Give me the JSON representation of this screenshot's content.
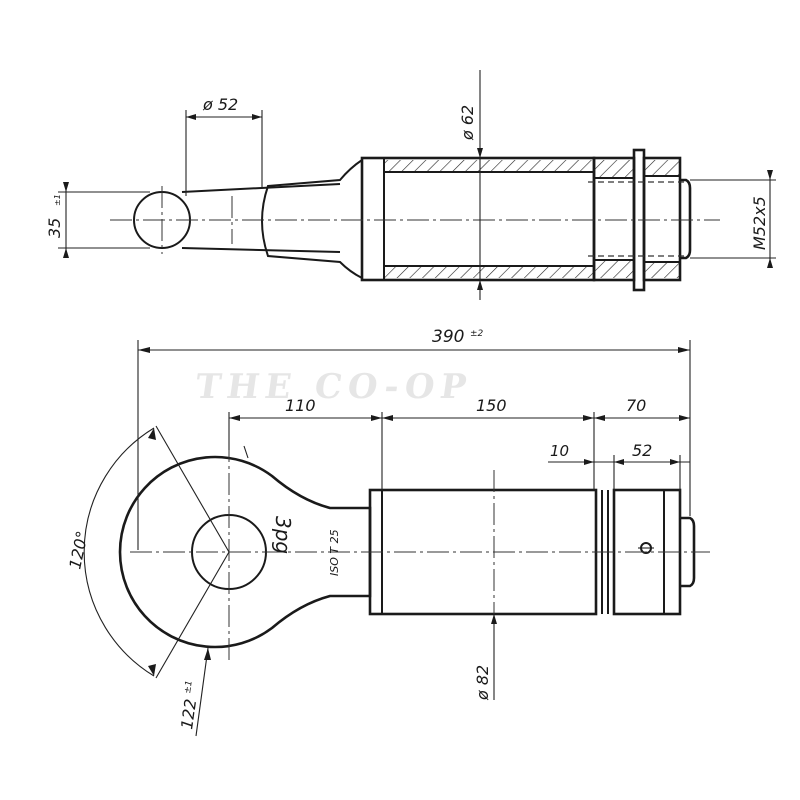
{
  "watermark": "THE CO-OP",
  "top_view": {
    "dim_hole_diameter": "ø 52",
    "dim_tube_diameter": "ø 62",
    "dim_thread": "M52x5",
    "dim_eye_thickness": "35",
    "dim_eye_thickness_tol": "±1"
  },
  "front_view": {
    "dim_overall_length": "390",
    "dim_overall_length_tol": "±2",
    "dim_eye_section": "110",
    "dim_body_section": "150",
    "dim_end_section": "70",
    "dim_groove": "10",
    "dim_thread_length": "52",
    "dim_angle": "120°",
    "dim_eye_width": "122",
    "dim_eye_width_tol": "±1",
    "dim_body_diameter": "ø 82",
    "part_marking": "ISO T 25",
    "handwritten_mark": "3pg"
  }
}
